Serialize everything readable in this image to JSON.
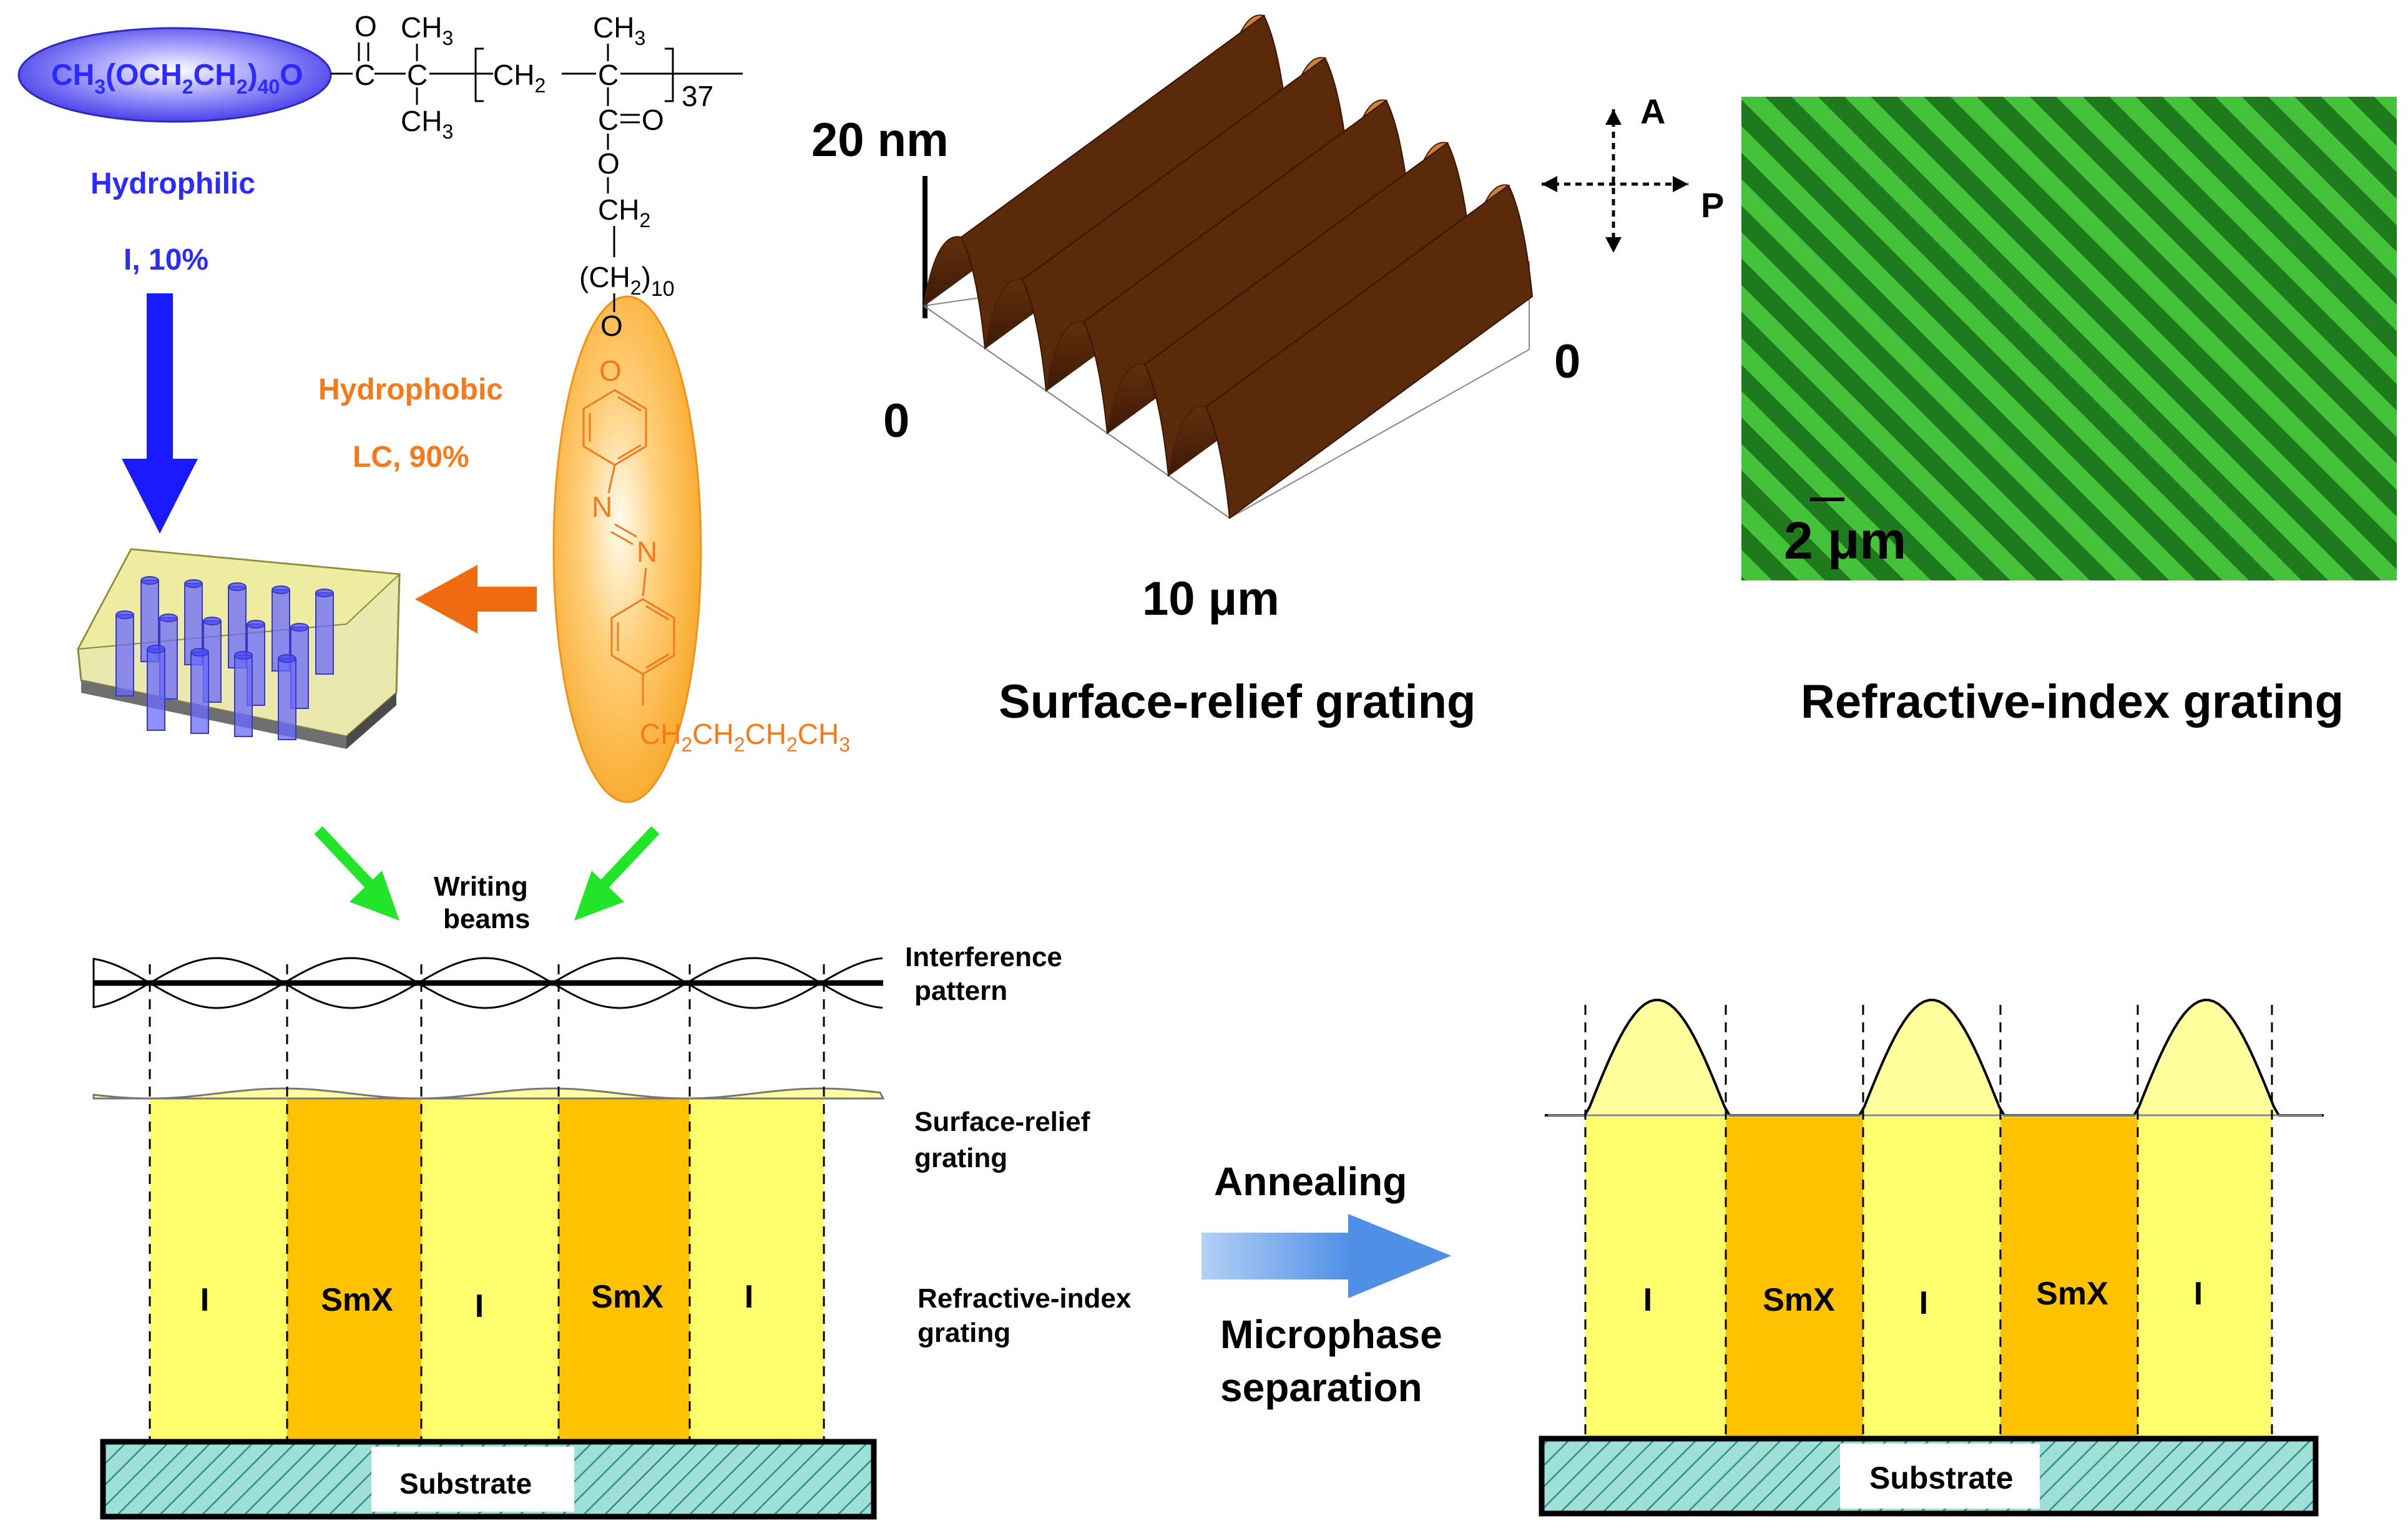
{
  "polymer": {
    "peg_label": "CH3(OCH2CH2)40O",
    "peg_parts": {
      "a": "CH",
      "a_sub": "3",
      "b": "(OCH",
      "b_sub": "2",
      "c": "CH",
      "c_sub": "2",
      "d": ")",
      "d_sub": "40",
      "e": "O"
    },
    "carbonyl_o": "O",
    "ester_c": "C",
    "quat_c": "C",
    "methyl_top": "CH",
    "methyl_top_sub": "3",
    "methyl_bottom": "CH",
    "methyl_bottom_sub": "3",
    "ch2": "CH",
    "ch2_sub": "2",
    "backbone_c": "C",
    "backbone_methyl": "CH",
    "backbone_methyl_sub": "3",
    "repeat": "37",
    "side_c": "C",
    "side_o_double": "O",
    "side_o": "O",
    "side_ch2": "CH",
    "side_ch2_sub": "2",
    "spacer": "(CH",
    "spacer_sub": "2",
    "spacer_close": ")",
    "spacer_count": "10",
    "ether_o_top": "O",
    "ether_o_ring": "O",
    "azo_n1": "N",
    "azo_n2": "N",
    "butyl": "CH",
    "butyl_parts": [
      "2",
      "CH",
      "2",
      "CH",
      "2",
      "CH",
      "3"
    ]
  },
  "labels": {
    "hydrophilic": "Hydrophilic",
    "hydrophilic_pct": "I, 10%",
    "hydrophobic": "Hydrophobic",
    "hydrophobic_pct": "LC, 90%",
    "writing_beams_1": "Writing",
    "writing_beams_2": "beams",
    "interference_1": "Interference",
    "interference_2": "pattern",
    "surface_relief_1": "Surface-relief",
    "surface_relief_2": "grating",
    "refractive_1": "Refractive-index",
    "refractive_2": "grating",
    "annealing": "Annealing",
    "microphase_1": "Microphase",
    "microphase_2": "separation",
    "substrate": "Substrate"
  },
  "left_cells": [
    "I",
    "SmX",
    "I",
    "SmX",
    "I"
  ],
  "right_cells": [
    "I",
    "SmX",
    "I",
    "SmX",
    "I"
  ],
  "afm": {
    "z_max": "20 nm",
    "z_min": "0",
    "x_extent": "10 μm",
    "y_min": "0",
    "title": "Surface-relief grating"
  },
  "optical": {
    "analyzer": "A",
    "polarizer": "P",
    "scale_bar": "2 μm",
    "title": "Refractive-index grating"
  },
  "colors": {
    "peg_blue": "#5a55ee",
    "hydrophilic_text": "#2b2bff",
    "hydrophobic_orange": "#f47a1c",
    "lc_gold": "#ffc200",
    "iso_yellow": "#ffff6e",
    "relief_yellow": "#ffff9e",
    "beam_green": "#22e52a",
    "substrate_teal": "#8fd8d0",
    "afm_brown": "#8b4513",
    "grating_green": "#2faa2a"
  }
}
